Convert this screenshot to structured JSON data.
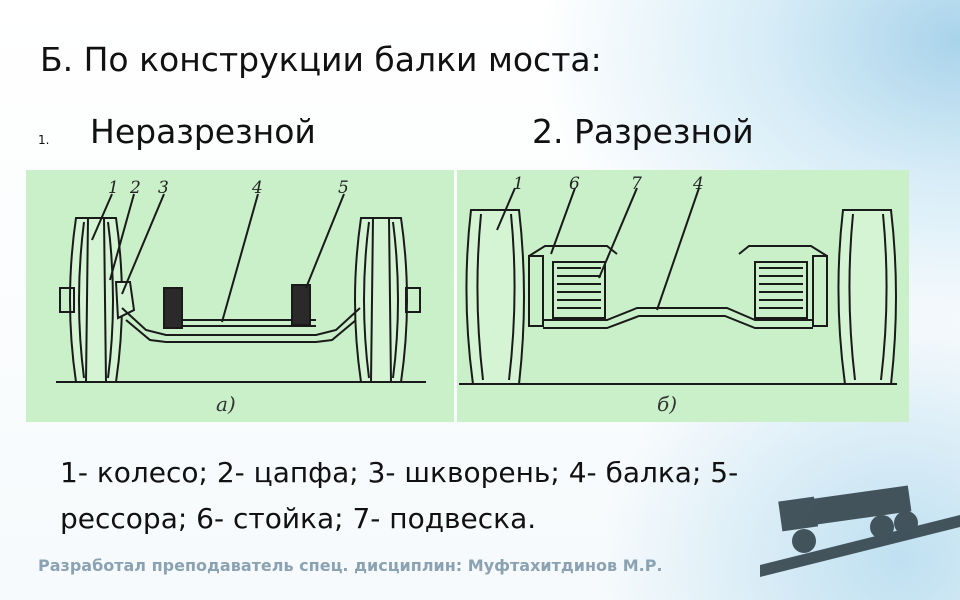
{
  "slide": {
    "title": "Б. По конструкции балки моста:",
    "list_number": "1.",
    "type1": "Неразрезной",
    "type2": "2. Разрезной",
    "figure_a": {
      "caption": "а)",
      "callouts": [
        "1",
        "2",
        "3",
        "4",
        "5"
      ]
    },
    "figure_b": {
      "caption": "б)",
      "callouts": [
        "1",
        "6",
        "7",
        "4"
      ]
    },
    "legend": "1- колесо; 2- цапфа; 3- шкворень; 4- балка; 5- рессора; 6- стойка; 7- подвеска.",
    "footer": "Разработал преподаватель спец. дисциплин: Муфтахитдинов М.Р."
  },
  "colors": {
    "figure_background": "#c9f0c9",
    "line": "#1a1a1a"
  }
}
